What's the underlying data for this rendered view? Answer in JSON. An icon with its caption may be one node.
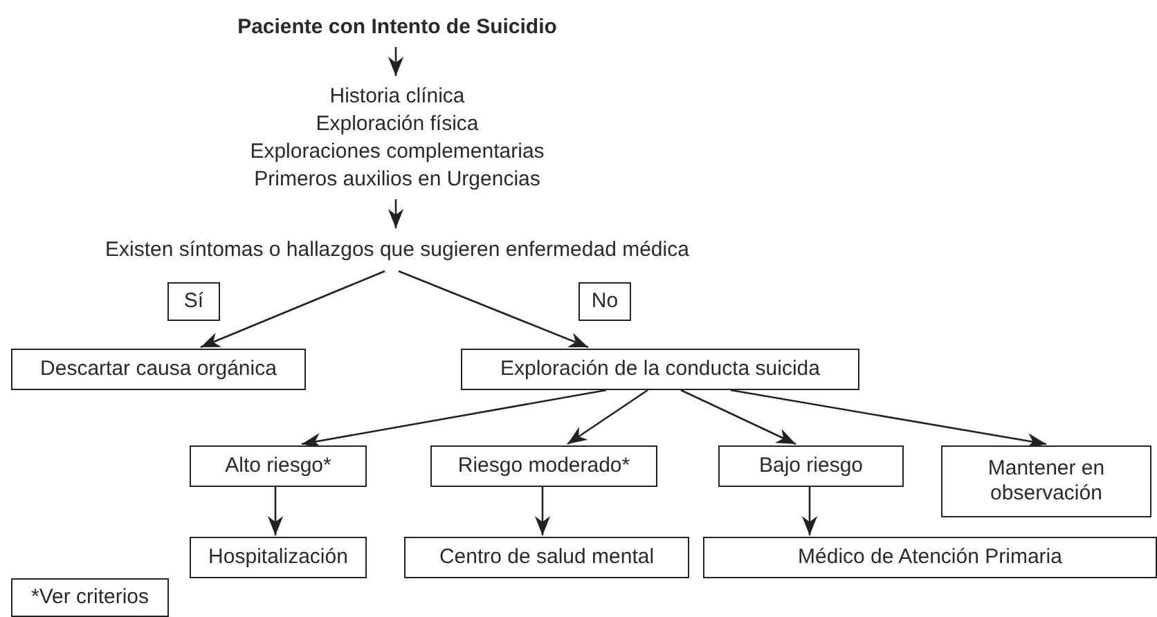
{
  "diagram": {
    "nodes": [
      {
        "text": [
          "Paciente con Intento de Suicidio"
        ]
      },
      {
        "text": [
          "Historia clínica",
          "Exploración física",
          "Exploraciones complementarias",
          "Primeros auxilios en Urgencias"
        ]
      },
      {
        "text": [
          "Existen síntomas o hallazgos que sugieren enfermedad médica"
        ]
      },
      {
        "text": [
          "Descartar causa orgánica"
        ]
      },
      {
        "text": [
          "Exploración de la conducta suicida"
        ]
      },
      {
        "text": [
          "Alto riesgo*"
        ]
      },
      {
        "text": [
          "Riesgo moderado*"
        ]
      },
      {
        "text": [
          "Bajo riesgo"
        ]
      },
      {
        "text": [
          "Mantener en observación"
        ]
      },
      {
        "text": [
          "Hospitalización"
        ]
      },
      {
        "text": [
          "Centro de salud mental"
        ]
      },
      {
        "text": [
          "Médico de Atención Primaria"
        ]
      },
      {
        "text": [
          "*Ver criterios"
        ]
      }
    ],
    "edges": [
      {
        "from": 0,
        "to": 1,
        "arrow": "to"
      },
      {
        "from": 1,
        "to": 2,
        "arrow": "to"
      },
      {
        "from": 2,
        "to": 3,
        "arrow": "to",
        "label": "Sí"
      },
      {
        "from": 2,
        "to": 4,
        "arrow": "to",
        "label": "No"
      },
      {
        "from": 4,
        "to": 5,
        "arrow": "to"
      },
      {
        "from": 4,
        "to": 6,
        "arrow": "to"
      },
      {
        "from": 4,
        "to": 7,
        "arrow": "to"
      },
      {
        "from": 4,
        "to": 8,
        "arrow": "to"
      },
      {
        "from": 5,
        "to": 9,
        "arrow": "to"
      },
      {
        "from": 6,
        "to": 10,
        "arrow": "to"
      },
      {
        "from": 7,
        "to": 11,
        "arrow": "to"
      }
    ]
  }
}
